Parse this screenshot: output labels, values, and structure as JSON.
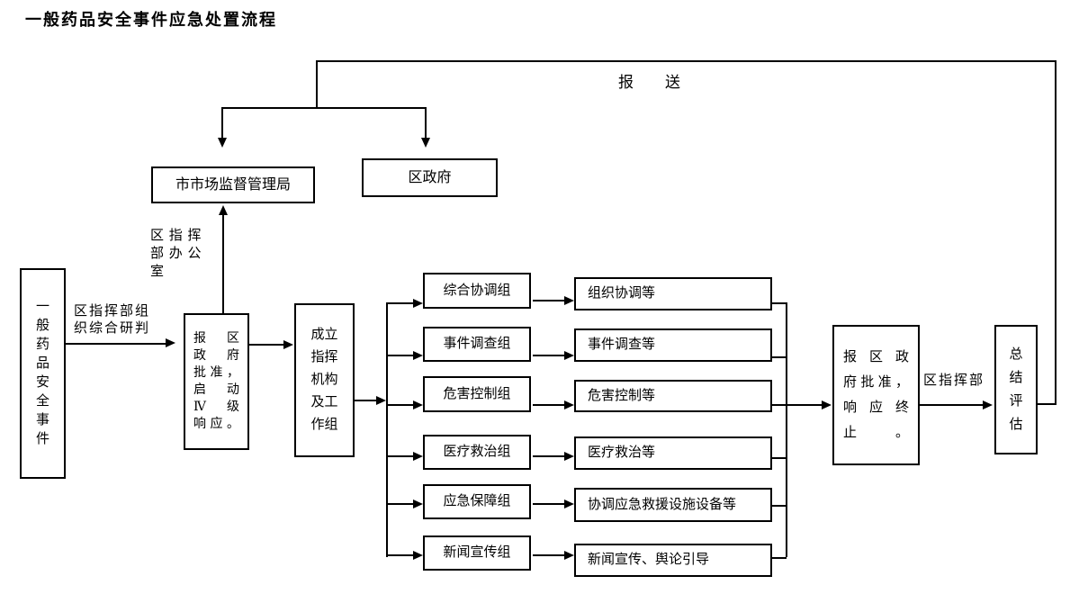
{
  "title": "一般药品安全事件应急处置流程",
  "flow": {
    "report_label": "报　送",
    "incident": "一般药品安全事件",
    "research_label": [
      "区指挥部组",
      "织综合研判"
    ],
    "office_label": [
      "区 指 挥",
      "部 办 公",
      "室"
    ],
    "city_bureau": "市市场监督管理局",
    "district_gov": "区政府",
    "approve_start": [
      "报 区",
      "政 府",
      "批准，",
      "启 动",
      "Ⅳ 级",
      "响应。"
    ],
    "setup_org": [
      "成立",
      "指挥",
      "机构",
      "及工",
      "作组"
    ],
    "approve_end": [
      "报 区 政",
      "府批准，",
      "响 应 终",
      "止。"
    ],
    "cmd_label": "区指挥部",
    "summary": "总结评估"
  },
  "groups": [
    {
      "left": "综合协调组",
      "right": "组织协调等"
    },
    {
      "left": "事件调查组",
      "right": "事件调查等"
    },
    {
      "left": "危害控制组",
      "right": "危害控制等"
    },
    {
      "left": "医疗救治组",
      "right": "医疗救治等"
    },
    {
      "left": "应急保障组",
      "right": "协调应急救援设施设备等"
    },
    {
      "left": "新闻宣传组",
      "right": "新闻宣传、舆论引导"
    }
  ]
}
